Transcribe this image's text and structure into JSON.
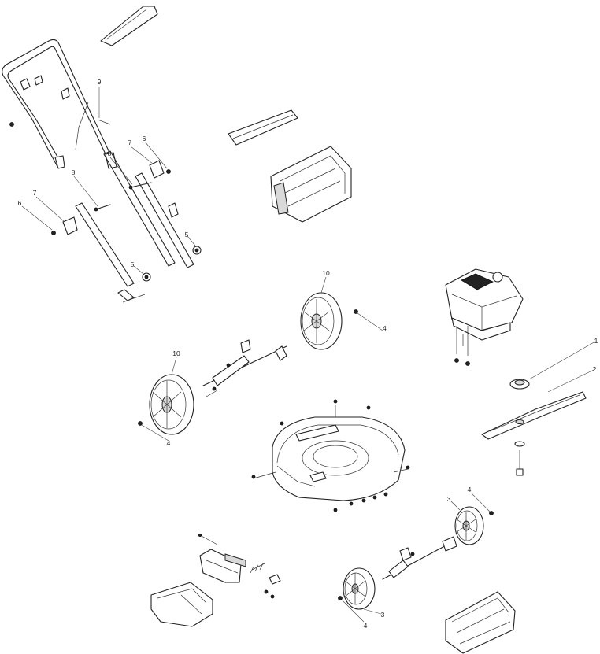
{
  "callouts": {
    "engine": "1",
    "blade": "2",
    "front_wheel_upper": "3",
    "front_wheel_lower": "3",
    "bolt_upper_rear": "4",
    "bolt_lower_rear": "4",
    "bolt_front_upper": "4",
    "bolt_front_lower": "4",
    "knob_right": "5",
    "knob_left": "5",
    "nut_right": "6",
    "nut_left": "6",
    "clamp_right": "7",
    "clamp_left": "7",
    "bolt_handle_right": "8",
    "bolt_handle_left": "8",
    "cable": "9",
    "rear_wheel_upper": "10",
    "rear_wheel_lower": "10"
  }
}
